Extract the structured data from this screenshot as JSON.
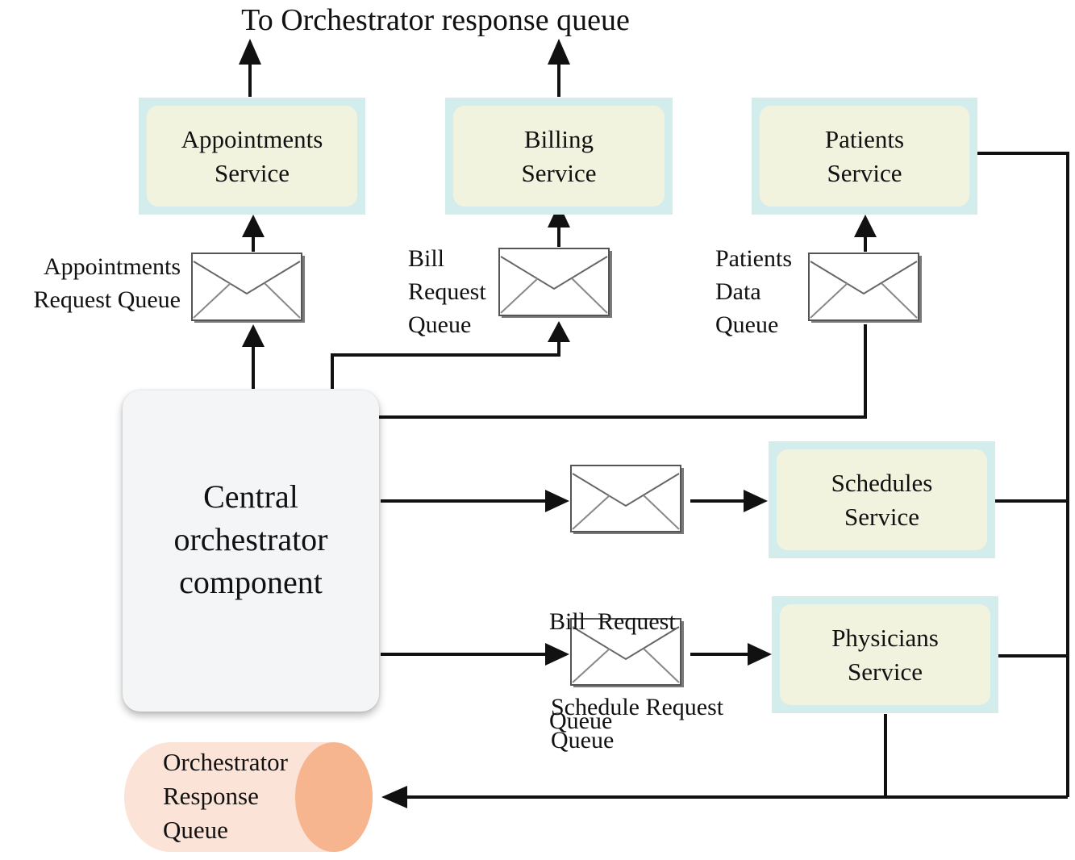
{
  "title": "To Orchestrator response queue",
  "services": {
    "appointments": [
      "Appointments",
      "Service"
    ],
    "billing": [
      "Billing",
      "Service"
    ],
    "patients": [
      "Patients",
      "Service"
    ],
    "schedules": [
      "Schedules",
      "Service"
    ],
    "physicians": [
      "Physicians",
      "Service"
    ]
  },
  "queues": {
    "appointments_request": [
      "Appointments",
      "Request Queue"
    ],
    "bill_request_top": [
      "Bill",
      "Request",
      "Queue"
    ],
    "patients_data": [
      "Patients",
      "Data",
      "Queue"
    ],
    "bill_request_mid": [
      "Bill  Request",
      "Queue"
    ],
    "schedule_request": [
      "Schedule Request",
      "Queue"
    ]
  },
  "central": [
    "Central",
    "orchestrator",
    "component"
  ],
  "response_queue": [
    "Orchestrator",
    "Response",
    "Queue"
  ],
  "colors": {
    "service_outer": "#d3ecec",
    "service_inner": "#f1f3df",
    "cylinder_body": "#fbe3d7",
    "cylinder_cap": "#f6b58e",
    "line": "#111111"
  }
}
